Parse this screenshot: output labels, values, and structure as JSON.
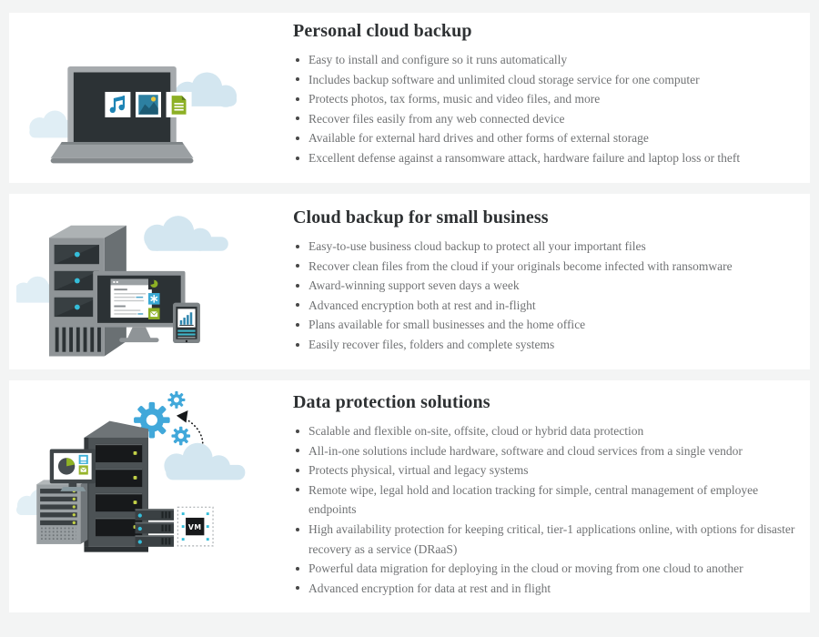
{
  "theme": {
    "page_bg": "#f3f4f4",
    "card_bg": "#ffffff",
    "heading_color": "#2e3133",
    "body_color": "#707274",
    "accent_blue": "#41a8da",
    "cloud_blue": "#d3e6f0",
    "cloud_blue_light": "#e0eef5",
    "teal": "#2d80a1",
    "green": "#8db025",
    "cyan_led": "#35bdd9",
    "lime_led": "#c2d147",
    "sun_yellow": "#eac73e",
    "dark_slate": "#2c3235"
  },
  "sections": [
    {
      "title": "Personal cloud backup",
      "illustration": "laptop-with-media-file-icons-and-clouds",
      "illustration_icons": [
        "cloud-icon",
        "music-note-icon",
        "photo-icon",
        "document-icon"
      ],
      "bullets": [
        "Easy to install and configure so it runs automatically",
        "Includes backup software and unlimited cloud storage service for one computer",
        "Protects photos, tax forms, music and video files, and more",
        "Recover files easily from any web connected device",
        "Available for external hard drives and other forms of external storage",
        "Excellent defense against a ransomware attack, hardware failure and laptop loss or theft"
      ]
    },
    {
      "title": "Cloud backup for small business",
      "illustration": "server-tower-monitor-tablet-with-clouds",
      "illustration_icons": [
        "cloud-icon",
        "server-tower-icon",
        "monitor-document-icon",
        "pie-chart-icon",
        "snowflake-icon",
        "envelope-icon",
        "tablet-bar-chart-icon"
      ],
      "bullets": [
        "Easy-to-use business cloud backup to protect all your important files",
        "Recover clean files from the cloud if your originals become infected with ransomware",
        "Award-winning support seven days a week",
        "Advanced encryption both at rest and in-flight",
        "Plans available for small businesses and the home office",
        "Easily recover files, folders and complete systems"
      ]
    },
    {
      "title": "Data protection solutions",
      "illustration": "data-center-servers-gears-and-vm",
      "illustration_icons": [
        "gear-icon",
        "dotted-arrow-icon",
        "cloud-icon",
        "pie-chart-monitor-icon",
        "server-tower-icon",
        "rack-server-icon",
        "vm-box-icon"
      ],
      "vm_label": "VM",
      "bullets": [
        "Scalable and flexible on-site, offsite, cloud or hybrid data protection",
        "All-in-one solutions include hardware, software and cloud services from a single vendor",
        "Protects physical, virtual and legacy systems",
        "Remote wipe, legal hold and location tracking for simple, central management of employee endpoints",
        "High availability protection for keeping critical, tier-1 applications online, with options for disaster recovery as a service (DRaaS)",
        "Powerful data migration for deploying in the cloud or moving from one cloud to another",
        "Advanced encryption for data at rest and in flight"
      ]
    }
  ]
}
